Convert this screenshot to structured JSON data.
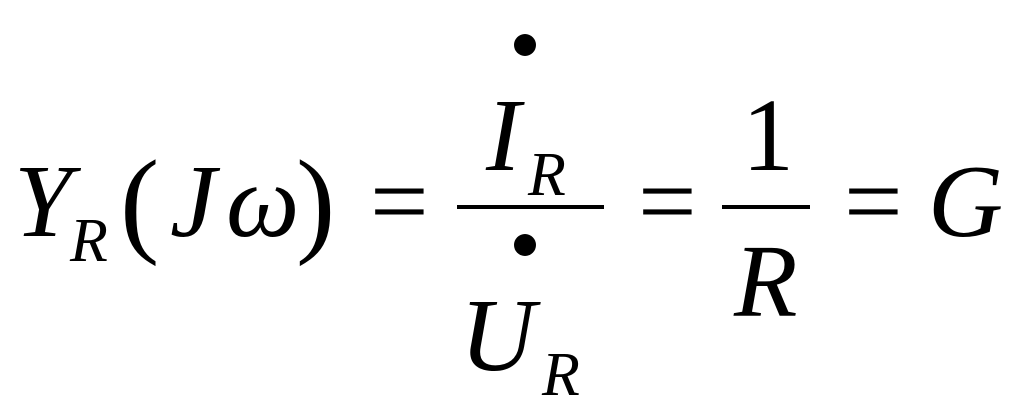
{
  "equation": {
    "lhs": {
      "symbol": "Y",
      "subscript": "R",
      "open_paren": "(",
      "arg_j": "J",
      "arg_omega": "ω",
      "close_paren": ")"
    },
    "eq1": "=",
    "frac1": {
      "numerator": "I",
      "numerator_sub": "R",
      "denominator": "U",
      "denominator_sub": "R"
    },
    "eq2": "=",
    "frac2": {
      "numerator": "1",
      "denominator": "R"
    },
    "eq3": "=",
    "rhs": "G"
  }
}
